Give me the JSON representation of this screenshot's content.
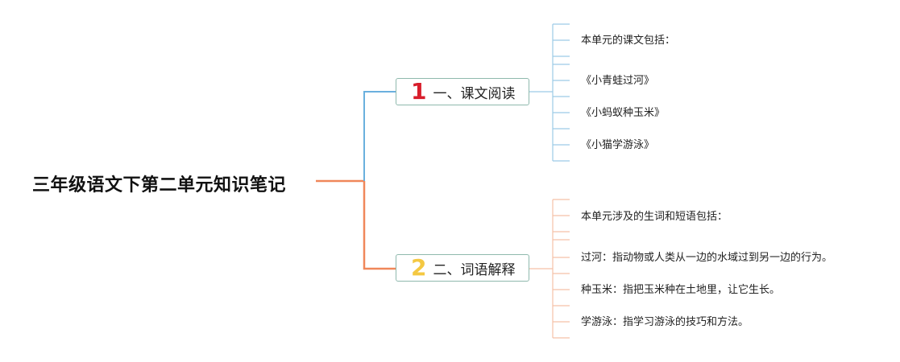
{
  "title": "三年级语文下第二单元知识笔记",
  "branches": [
    {
      "number": "1",
      "label": "一、课文阅读",
      "color": "#6ab0de",
      "number_color": "#d81e2c",
      "items": [
        "本单元的课文包括：",
        "《小青蛙过河》",
        "《小蚂蚁种玉米》",
        "《小猫学游泳》"
      ]
    },
    {
      "number": "2",
      "label": "二、词语解释",
      "color": "#f0875a",
      "number_color": "#f4c842",
      "items": [
        "本单元涉及的生词和短语包括：",
        "过河：指动物或人类从一边的水域过到另一边的行为。",
        "种玉米：指把玉米种在土地里，让它生长。",
        "学游泳：指学习游泳的技巧和方法。"
      ]
    }
  ]
}
